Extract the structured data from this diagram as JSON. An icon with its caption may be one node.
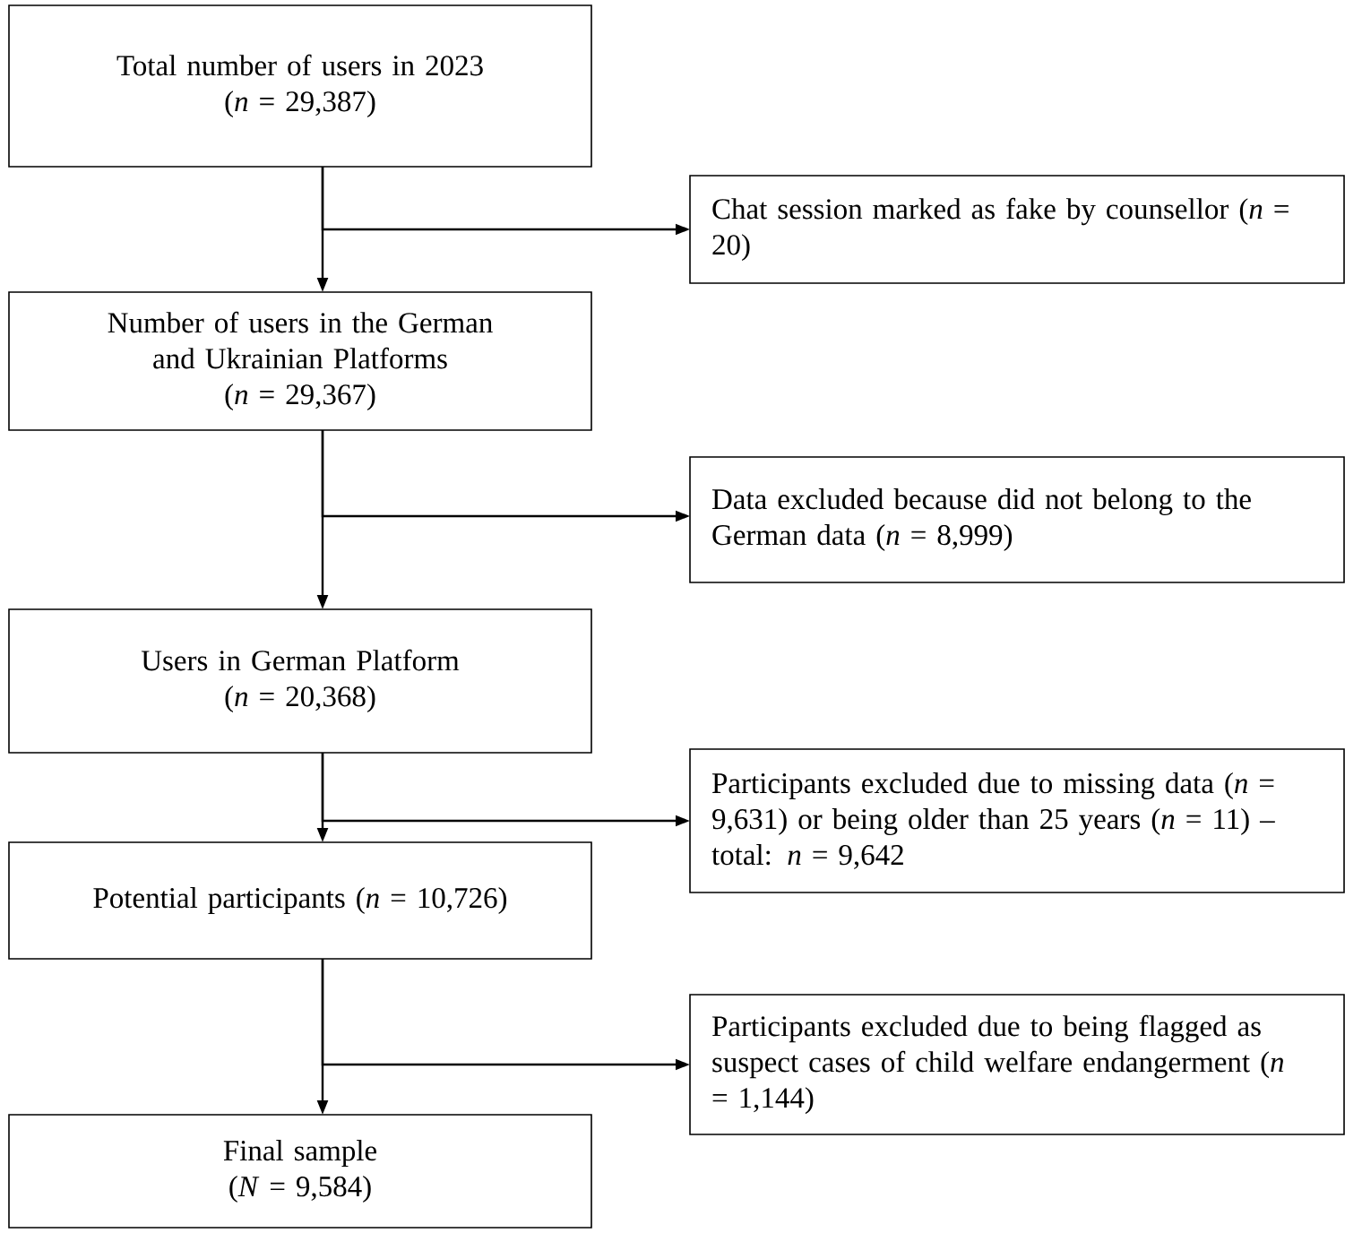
{
  "diagram": {
    "nodes": [
      {
        "text": [
          "Total number of users in 2023",
          "(*n* = 29,387)"
        ]
      },
      {
        "text": [
          "Chat session marked as fake by counsellor (*n* = 20)"
        ]
      },
      {
        "text": [
          "Number of users in the German and Ukrainian Platforms",
          "(*n* = 29,367)"
        ]
      },
      {
        "text": [
          "Data excluded because did not belong to the German data (*n* = 8,999)"
        ]
      },
      {
        "text": [
          "Users in German Platform",
          "(*n* = 20,368)"
        ]
      },
      {
        "text": [
          "Participants excluded due to missing data (*n* = 9,631) or being older than 25 years (*n* = 11) – total: *n* = 9,642"
        ]
      },
      {
        "text": [
          "Potential participants (*n* = 10,726)"
        ]
      },
      {
        "text": [
          "Participants excluded due to being flagged as suspect cases of child welfare endangerment (*n* = 1,144)"
        ]
      },
      {
        "text": [
          "Final sample",
          "(*N* = 9,584)"
        ]
      }
    ],
    "edges": [
      {
        "from": 0,
        "to": 1,
        "arrow": "to"
      },
      {
        "from": 0,
        "to": 2,
        "arrow": "to"
      },
      {
        "from": 2,
        "to": 3,
        "arrow": "to"
      },
      {
        "from": 2,
        "to": 4,
        "arrow": "to"
      },
      {
        "from": 4,
        "to": 5,
        "arrow": "to"
      },
      {
        "from": 4,
        "to": 6,
        "arrow": "to"
      },
      {
        "from": 6,
        "to": 7,
        "arrow": "to"
      },
      {
        "from": 6,
        "to": 8,
        "arrow": "to"
      }
    ]
  }
}
